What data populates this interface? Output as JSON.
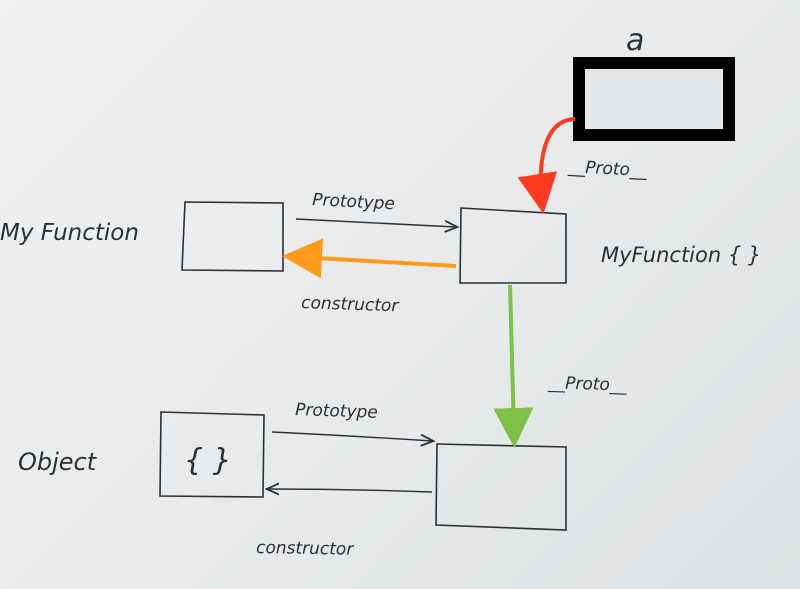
{
  "labels": {
    "instance": "a",
    "my_function": "My Function",
    "my_function_proto": "MyFunction { }",
    "object": "Object",
    "object_body": "{ }",
    "prototype_top": "Prototype",
    "constructor_top": "constructor",
    "proto_instance": "__Proto__",
    "proto_chain": "__Proto__",
    "prototype_bottom": "Prototype",
    "constructor_bottom": "constructor"
  },
  "colors": {
    "proto_instance_arrow": "#ff3b1f",
    "constructor_arrow": "#ff9a1a",
    "proto_chain_arrow": "#7fc046",
    "ink": "#2b2f36"
  }
}
